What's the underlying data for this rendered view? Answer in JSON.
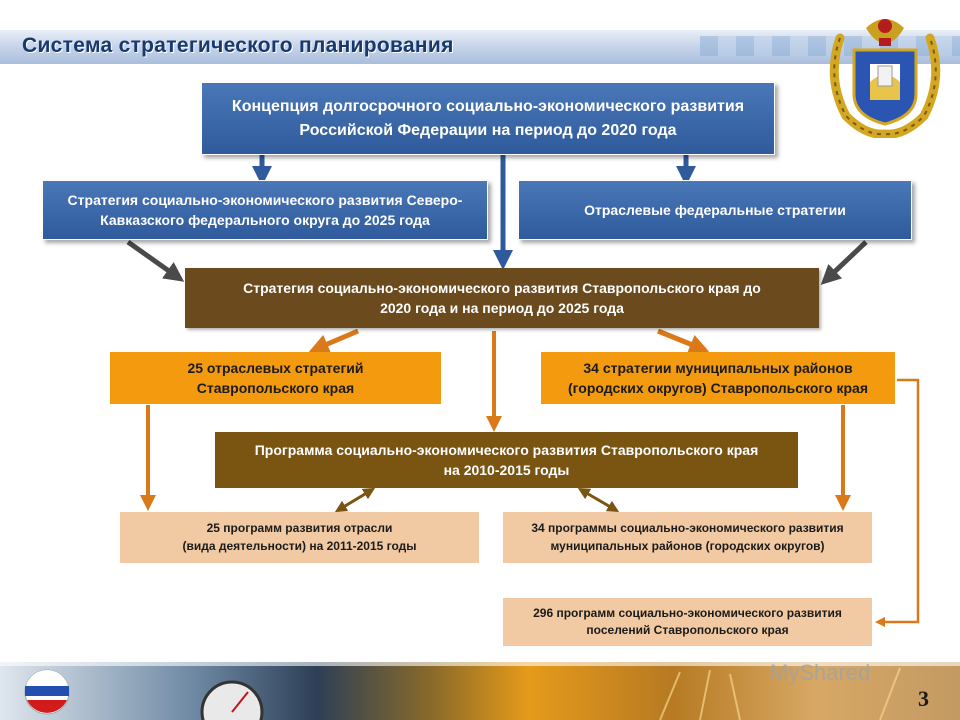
{
  "title": "Система стратегического планирования",
  "boxes": {
    "concept": {
      "line1": "Концепция долгосрочного социально-экономического развития",
      "line2": "Российской Федерации на период до 2020 года"
    },
    "skfo": {
      "line1": "Стратегия социально-экономического развития Северо-",
      "line2": "Кавказского федерального округа до 2025 года"
    },
    "federal": "Отраслевые федеральные стратегии",
    "region": {
      "line1": "Стратегия социально-экономического развития Ставропольского края до",
      "line2": "2020 года и на период до 2025 года"
    },
    "sector25": {
      "line1": "25 отраслевых стратегий",
      "line2": "Ставропольского края"
    },
    "muni34": {
      "line1": "34 стратегии муниципальных районов",
      "line2": "(городских округов) Ставропольского края"
    },
    "program": {
      "line1": "Программа социально-экономического развития Ставропольского края",
      "line2": "на 2010-2015 годы"
    },
    "prog25": {
      "line1": "25 программ развития отрасли",
      "line2": "(вида деятельности) на 2011-2015 годы"
    },
    "prog34": {
      "line1": "34 программы социально-экономического развития",
      "line2": "муниципальных районов (городских округов)"
    },
    "prog296": {
      "line1": "296 программ социально-экономического развития",
      "line2": "поселений Ставропольского края"
    }
  },
  "watermark": "MyShared",
  "page_number": "3",
  "colors": {
    "blue": "#2f5b9c",
    "brown": "#6b4a1d",
    "orange": "#f39a0f",
    "peach": "#f1c9a2",
    "arrow_orange": "#d9791a",
    "arrow_gray": "#4a4a4a",
    "arrow_blue": "#2f5b9c"
  },
  "icons": [
    "coat-of-arms-icon",
    "russia-flag-globe-icon",
    "pressure-gauge-icon",
    "wheat-icon"
  ]
}
